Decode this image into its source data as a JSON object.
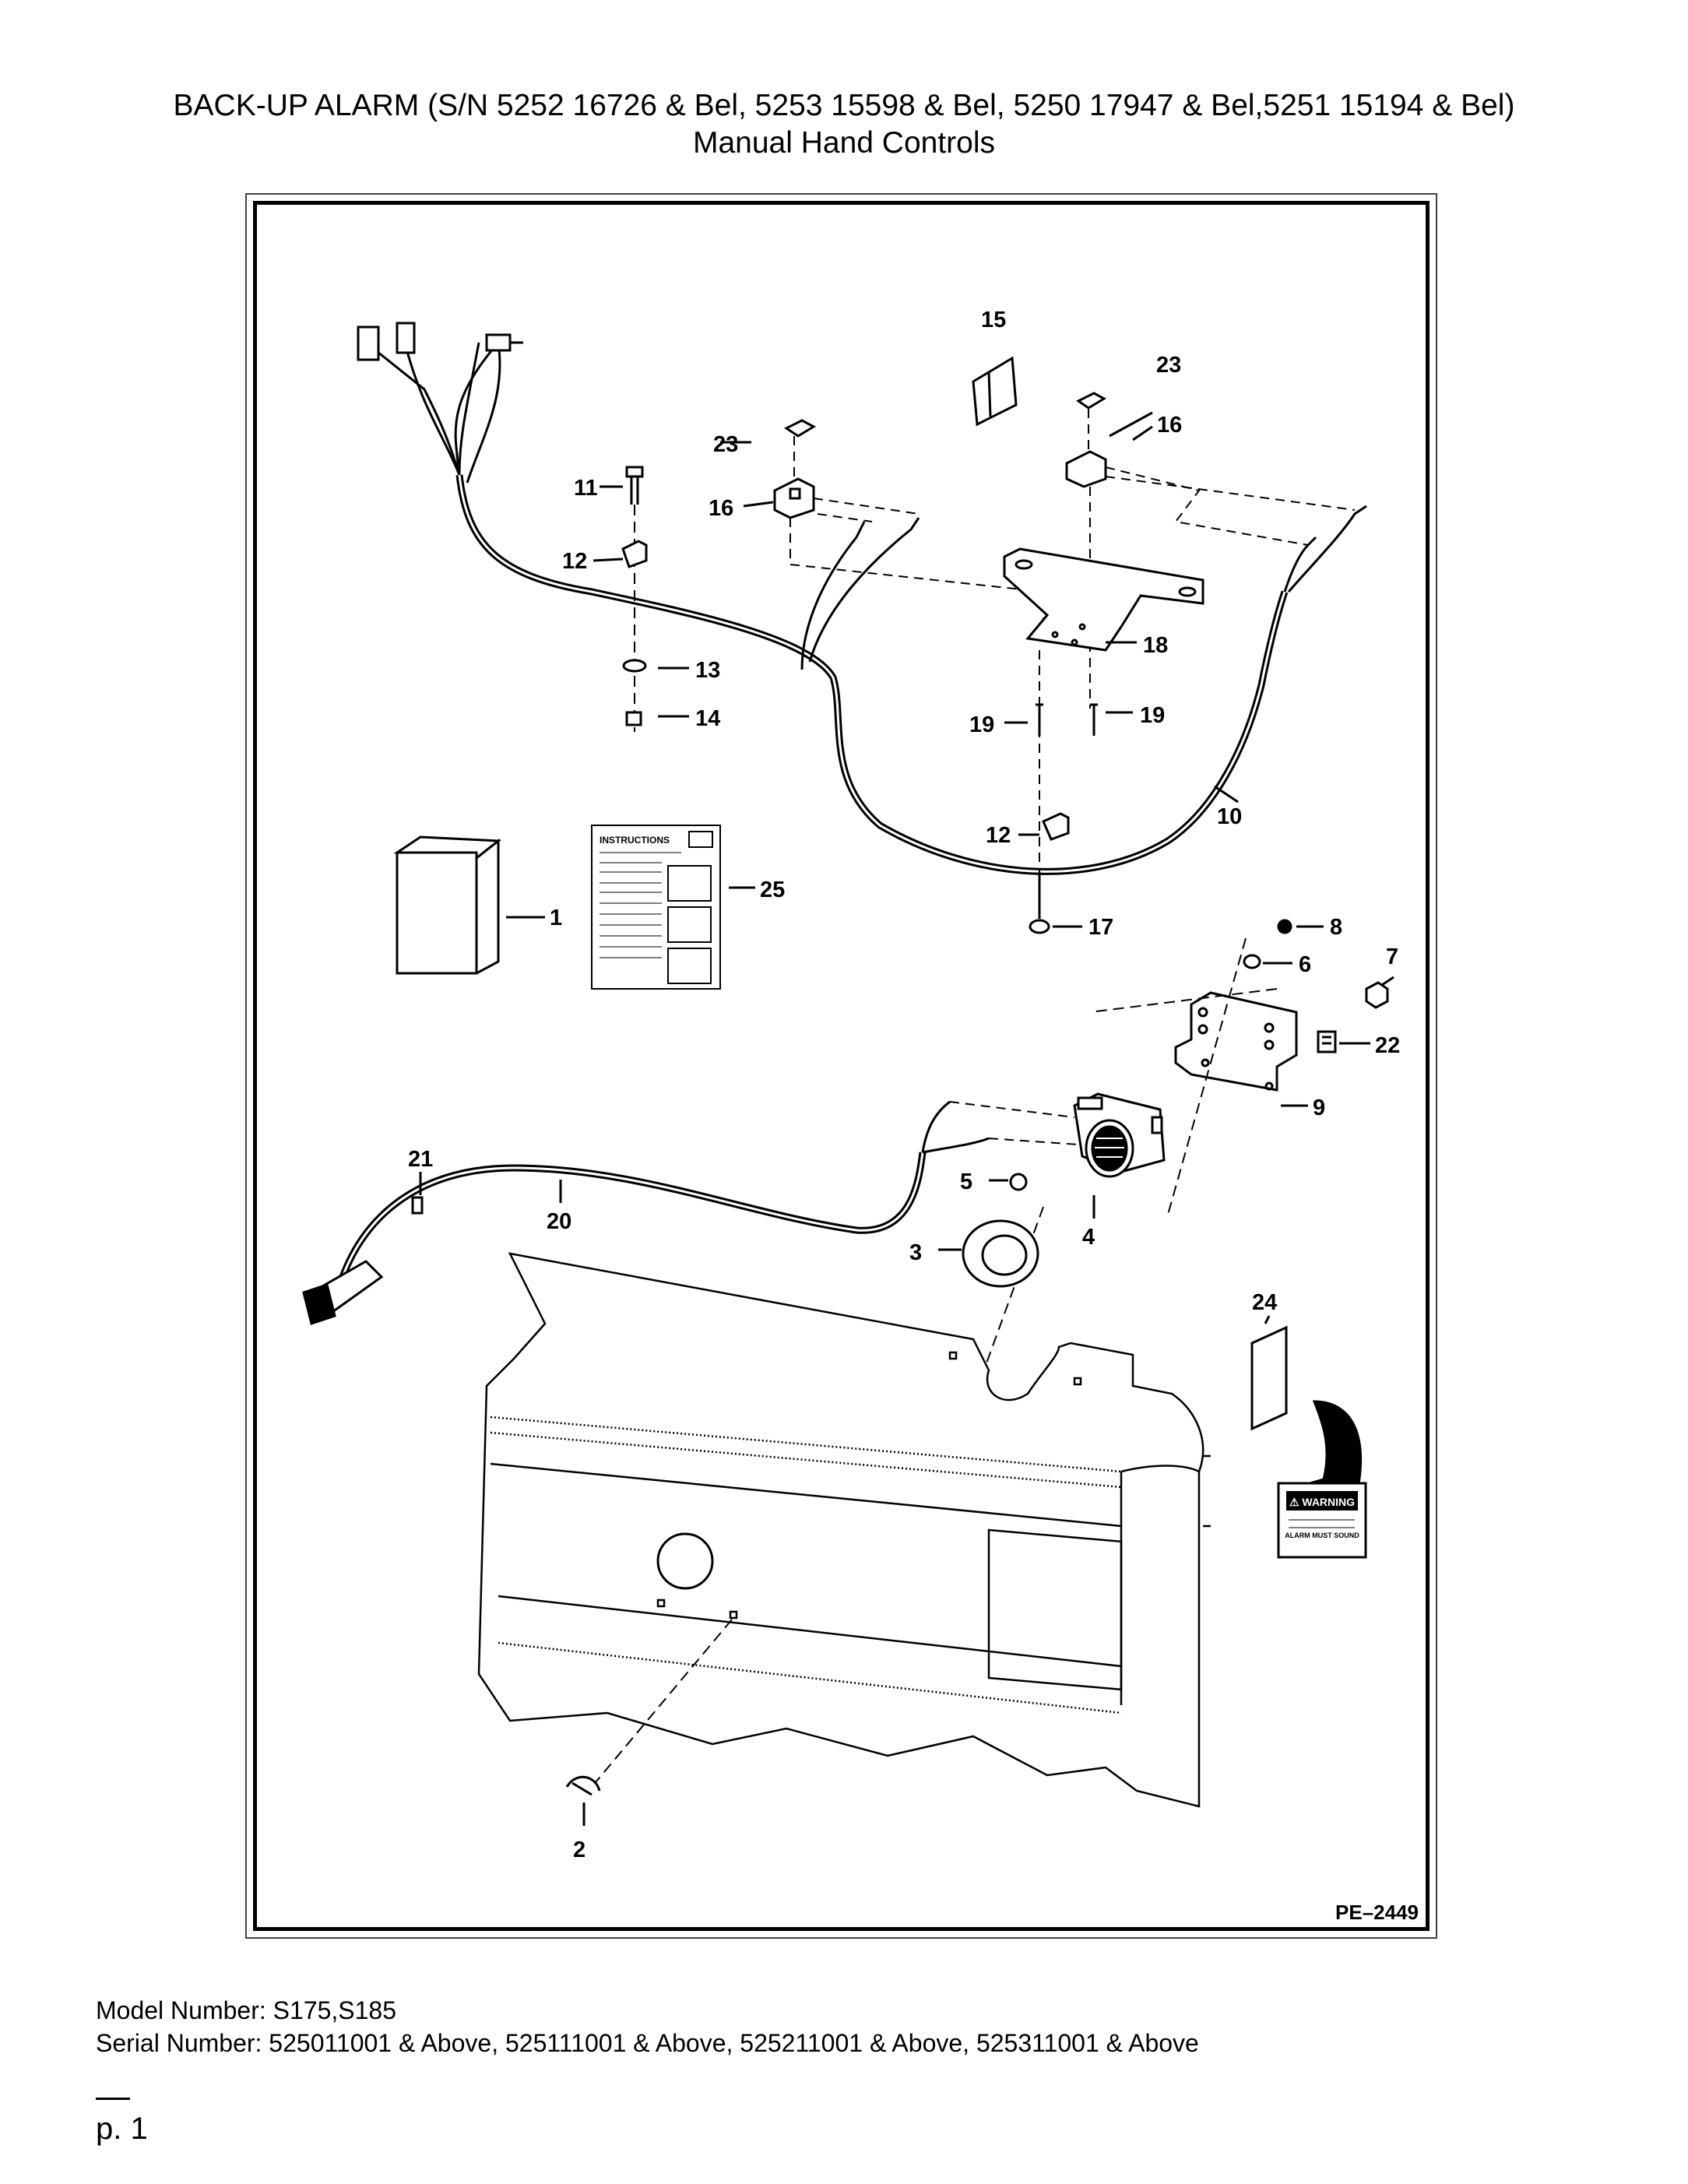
{
  "header": {
    "title": "BACK-UP ALARM (S/N 5252 16726 & Bel, 5253 15598 & Bel, 5250 17947 & Bel,5251 15194 & Bel)",
    "subtitle": "Manual Hand Controls"
  },
  "diagram": {
    "figure_code": "PE–2449",
    "instructions_label": "INSTRUCTIONS",
    "decal_warning_label": "⚠ WARNING",
    "decal_sub_label": "ALARM MUST SOUND",
    "callouts": {
      "c1": "1",
      "c2": "2",
      "c3": "3",
      "c4": "4",
      "c5": "5",
      "c6": "6",
      "c7": "7",
      "c8": "8",
      "c9": "9",
      "c10": "10",
      "c11": "11",
      "c12a": "12",
      "c12b": "12",
      "c13": "13",
      "c14": "14",
      "c15": "15",
      "c16a": "16",
      "c16b": "16",
      "c17": "17",
      "c18": "18",
      "c19a": "19",
      "c19b": "19",
      "c20": "20",
      "c21": "21",
      "c22": "22",
      "c23a": "23",
      "c23b": "23",
      "c24": "24",
      "c25": "25"
    }
  },
  "footer": {
    "model": "Model Number: S175,S185",
    "serial": "Serial Number: 525011001 & Above, 525111001 & Above, 525211001 & Above, 525311001 & Above",
    "page": "p. 1"
  }
}
